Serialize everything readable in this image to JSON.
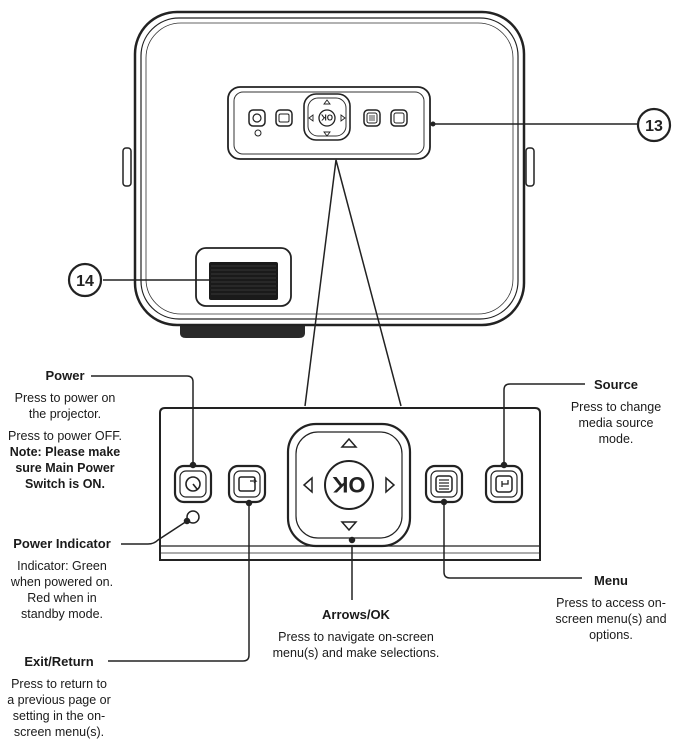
{
  "callouts": {
    "top_panel": "13",
    "lens_dial": "14"
  },
  "buttons": {
    "ok_label": "OK",
    "power": {
      "title": "Power",
      "desc1": "Press to power on the projector.",
      "desc2_plain": "Press to power OFF.",
      "desc2_bold": "Note: Please make sure Main Power Switch is ON."
    },
    "power_indicator": {
      "title": "Power Indicator",
      "desc": "Indicator: Green when powered on. Red when in standby mode."
    },
    "exit_return": {
      "title": "Exit/Return",
      "desc": "Press to return to a previous page or setting in the on-screen menu(s)."
    },
    "arrows_ok": {
      "title": "Arrows/OK",
      "desc": "Press to navigate on-screen menu(s) and make selections."
    },
    "menu": {
      "title": "Menu",
      "desc": "Press to access on-screen menu(s) and options."
    },
    "source": {
      "title": "Source",
      "desc": "Press to change media source mode."
    }
  },
  "icons": [
    "power-icon",
    "exit-return-icon",
    "arrow-up-icon",
    "arrow-down-icon",
    "arrow-left-icon",
    "arrow-right-icon",
    "menu-icon",
    "source-icon"
  ]
}
